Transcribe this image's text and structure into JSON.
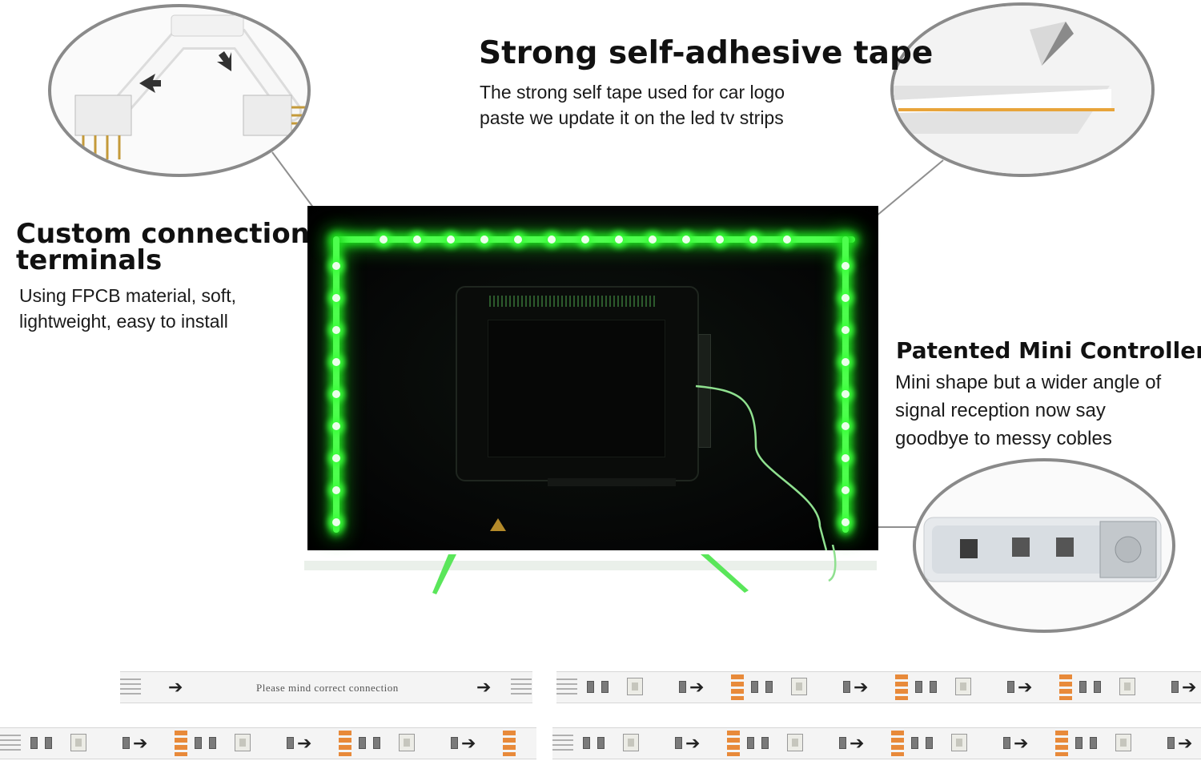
{
  "tape": {
    "title": "Strong self-adhesive tape",
    "line1": "The strong self tape used for car logo",
    "line2": "paste we update it on the led tv strips"
  },
  "terminals": {
    "title_line1": "Custom connection",
    "title_line2": "terminals",
    "line1": "Using FPCB material, soft,",
    "line2": "lightweight, easy to install"
  },
  "controller": {
    "title": "Patented Mini Controller",
    "line1": "Mini shape but a wider angle of",
    "line2": "signal reception now say",
    "line3": "goodbye to messy cobles"
  },
  "strip": {
    "label": "Please mind correct connection"
  },
  "colors": {
    "led_green": "#33ff33",
    "tape_orange": "#e8a43a",
    "circle_border": "#8a8a8a"
  }
}
